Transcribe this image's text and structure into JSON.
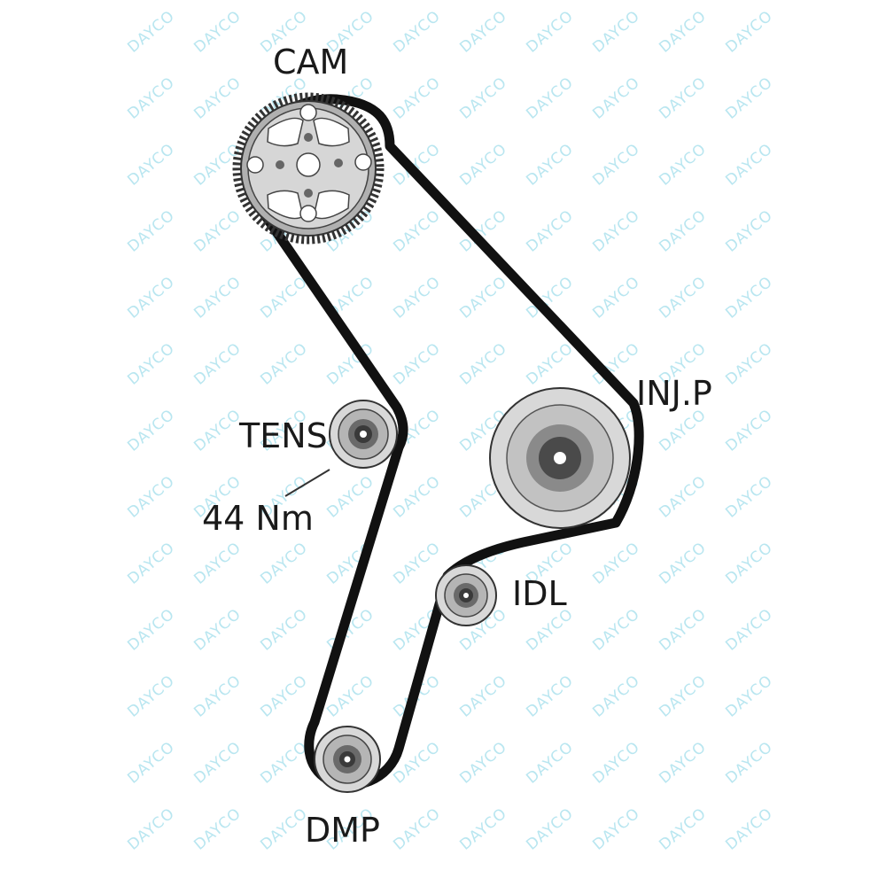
{
  "watermark": "DAYCO",
  "labels": {
    "cam": "CAM",
    "tens": "TENS",
    "torque": "44 Nm",
    "injp": "INJ.P",
    "idl": "IDL",
    "dmp": "DMP"
  },
  "colors": {
    "belt": "#111111",
    "pulley_light": "#d8d8d8",
    "pulley_mid": "#a9a9a9",
    "pulley_dark": "#5a5a5a",
    "watermark": "#b9e6f0"
  }
}
